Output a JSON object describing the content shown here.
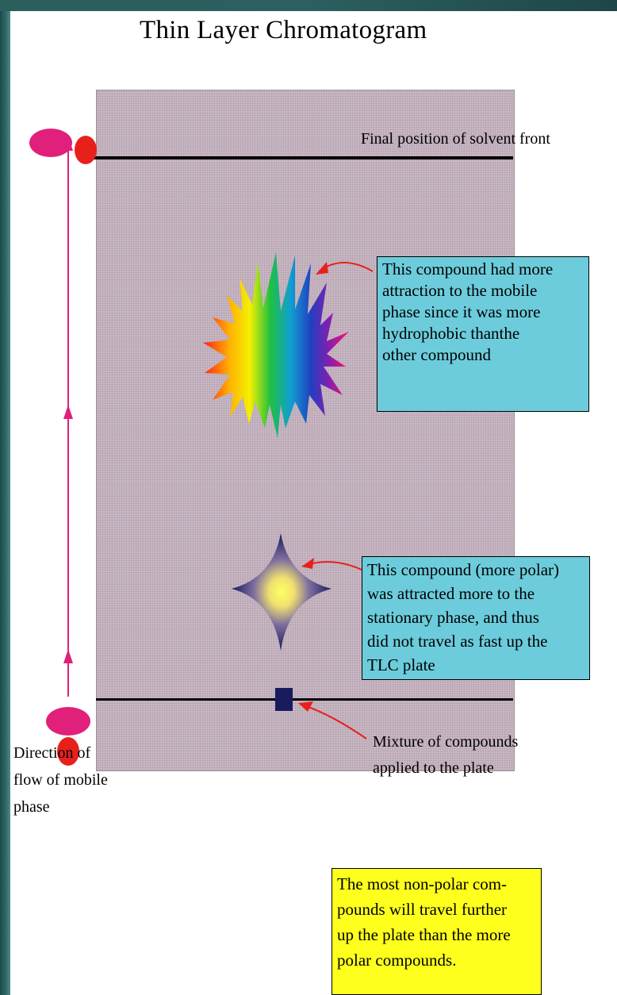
{
  "title": "Thin Layer Chromatogram",
  "labels": {
    "solvent_front": "Final position of solvent front",
    "direction": [
      "Direction of",
      "flow of mobile",
      "phase"
    ],
    "mixture": [
      "Mixture of compounds",
      "applied to the plate"
    ]
  },
  "callouts": {
    "nonpolar_compound": [
      "This compound had more",
      "attraction to the mobile",
      "phase since it was more",
      "hydrophobic thanthe",
      "other compound"
    ],
    "polar_compound": [
      "This compound (more polar)",
      "was attracted more to the",
      "stationary phase, and  thus",
      "did not travel as fast up the",
      "TLC plate"
    ],
    "summary": [
      "The most non-polar com-",
      "pounds will travel further",
      "up the plate than the more",
      "polar compounds."
    ]
  },
  "colors": {
    "plate": "#c8b8c4",
    "callout_cyan": "#6cccdc",
    "callout_yellow": "#ffff1e",
    "arrow_magenta": "#e0207a",
    "pointer_red": "#e8201c",
    "spot_navy": "#1a1a5e"
  }
}
